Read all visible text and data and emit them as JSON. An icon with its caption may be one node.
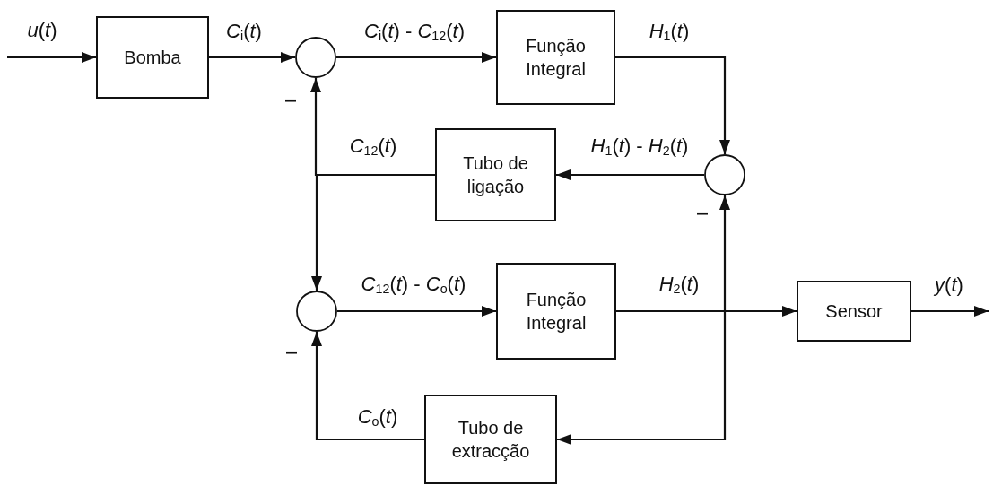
{
  "diagram": {
    "nodes": [
      {
        "text": [
          "Bomba"
        ]
      },
      {
        "text": [],
        "shape": "circle"
      },
      {
        "text": [
          "Função Integral"
        ]
      },
      {
        "text": [],
        "shape": "circle"
      },
      {
        "text": [
          "Tubo de ligação"
        ]
      },
      {
        "text": [],
        "shape": "circle"
      },
      {
        "text": [
          "Função Integral"
        ]
      },
      {
        "text": [
          "Sensor"
        ]
      },
      {
        "text": [
          "Tubo de extracção"
        ]
      }
    ],
    "edges": [
      {
        "from": null,
        "to": 0,
        "arrow": "to",
        "label": "*u*(*t*)"
      },
      {
        "from": 0,
        "to": 1,
        "arrow": "to",
        "label": "*C*$_{i}$(*t*)"
      },
      {
        "from": 1,
        "to": 2,
        "arrow": "to",
        "label": "*C*$_{i}$(*t*) - *C*$_{12}$(*t*)"
      },
      {
        "from": 2,
        "to": 3,
        "arrow": "to",
        "label": "*H*$_{1}$(*t*)"
      },
      {
        "from": 3,
        "to": 4,
        "arrow": "to",
        "label": "*H*$_{1}$(*t*) - *H*$_{2}$(*t*)"
      },
      {
        "from": 4,
        "to": 1,
        "arrow": "to",
        "label": "*C*$_{12}$(*t*)"
      },
      {
        "from": 4,
        "to": 5,
        "arrow": "to"
      },
      {
        "from": 5,
        "to": 6,
        "arrow": "to",
        "label": "*C*$_{12}$(*t*) - *C*$_{o}$(*t*)"
      },
      {
        "from": 6,
        "to": 7,
        "arrow": "to",
        "label": "*H*$_{2}$(*t*)"
      },
      {
        "from": 6,
        "to": 3,
        "arrow": "to"
      },
      {
        "from": 6,
        "to": 8,
        "arrow": "to"
      },
      {
        "from": 8,
        "to": 5,
        "arrow": "to",
        "label": "*C*$_{o}$(*t*)"
      },
      {
        "from": 7,
        "to": null,
        "arrow": "to",
        "label": "*y*(*t*)"
      }
    ],
    "labels": [
      "−",
      "−",
      "−"
    ]
  }
}
